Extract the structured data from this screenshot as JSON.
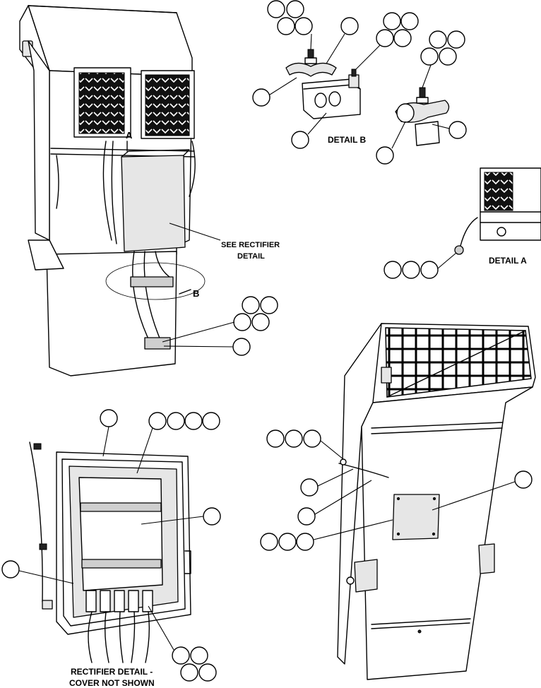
{
  "labels": {
    "see_rectifier_line1": "SEE RECTIFIER",
    "see_rectifier_line2": "DETAIL",
    "detail_b": "DETAIL B",
    "detail_a": "DETAIL A",
    "rectifier_detail_line1": "RECTIFIER DETAIL -",
    "rectifier_detail_line2": "COVER NOT SHOWN",
    "arrow_a": "A",
    "arrow_b": "B"
  }
}
